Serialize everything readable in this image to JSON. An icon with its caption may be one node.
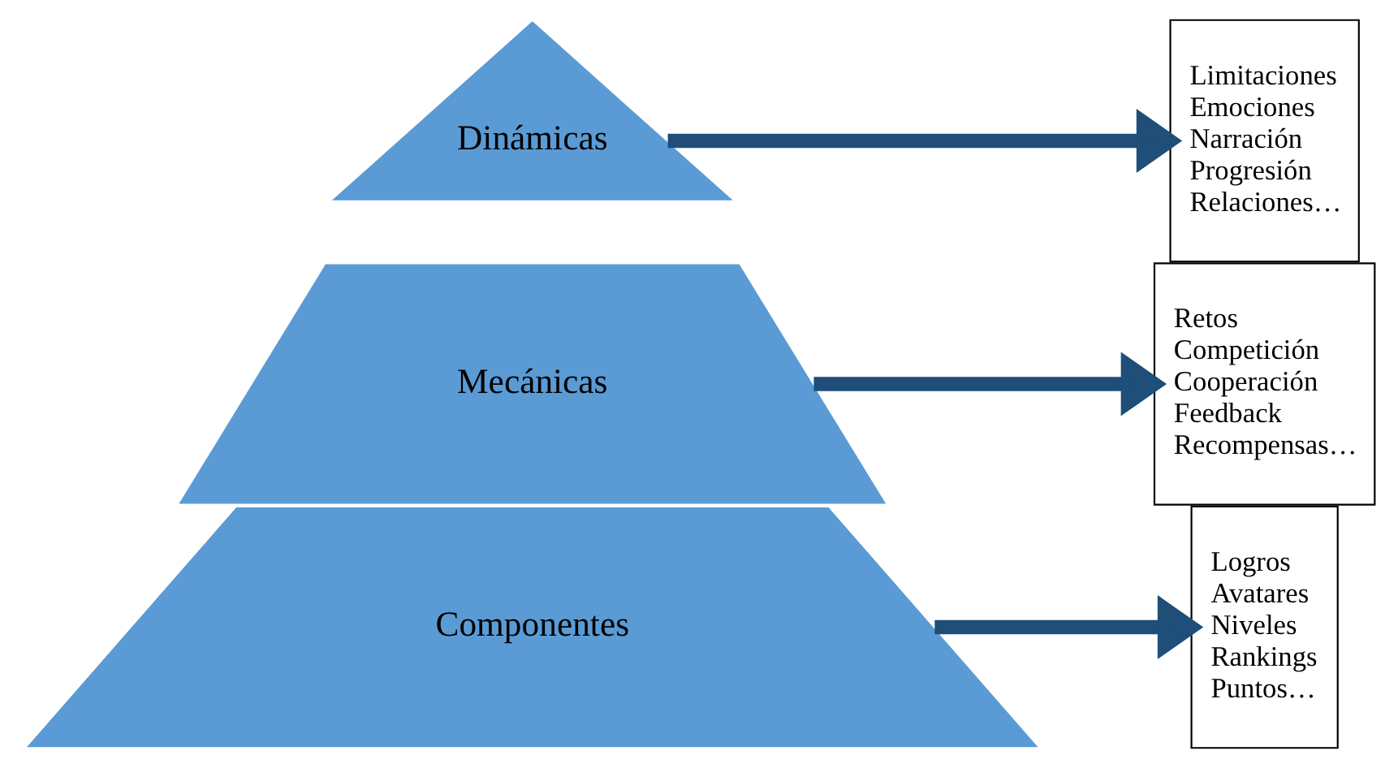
{
  "diagram": {
    "nodes": [
      {
        "text": [
          "Dinámicas"
        ]
      },
      {
        "text": [
          "Mecánicas"
        ]
      },
      {
        "text": [
          "Componentes"
        ]
      },
      {
        "text": [
          "Limitaciones",
          "Emociones",
          "Narración",
          "Progresión",
          "Relaciones…"
        ]
      },
      {
        "text": [
          "Retos",
          "Competición",
          "Cooperación",
          "Feedback",
          "Recompensas…"
        ]
      },
      {
        "text": [
          "Logros",
          "Avatares",
          "Niveles",
          "Rankings",
          "Puntos…"
        ]
      }
    ],
    "edges": [
      {
        "from": 0,
        "to": 3,
        "arrow": "to"
      },
      {
        "from": 1,
        "to": 4,
        "arrow": "to"
      },
      {
        "from": 2,
        "to": 5,
        "arrow": "to"
      }
    ]
  }
}
